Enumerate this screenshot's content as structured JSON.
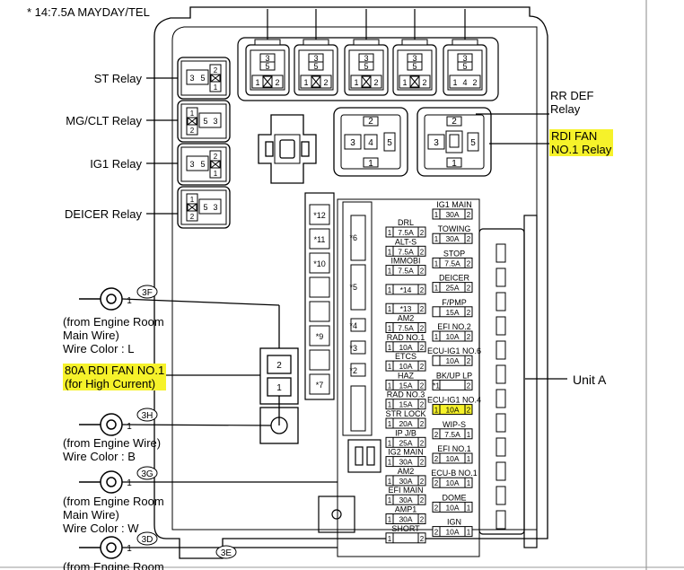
{
  "header_note": "* 14:7.5A MAYDAY/TEL",
  "highlight_color": "#f6f22a",
  "left_relays": [
    "ST Relay",
    "MG/CLT Relay",
    "IG1 Relay",
    "DEICER Relay"
  ],
  "right_labels": {
    "rr_def": [
      "RR DEF",
      "Relay"
    ],
    "rdi_fan": [
      "RDI FAN",
      "NO.1 Relay"
    ],
    "unit_a": "Unit A"
  },
  "wires": [
    {
      "tag": "3F",
      "lines": [
        "(from Engine Room",
        "Main Wire)",
        "Wire Color : L"
      ]
    },
    {
      "tag": "3H",
      "lines": [
        "(from Engine Wire)",
        "Wire Color : B"
      ]
    },
    {
      "tag": "3G",
      "lines": [
        "(from Engine Room",
        "Main Wire)",
        "Wire Color : W"
      ]
    },
    {
      "tag": "3D",
      "lines": [
        "(from Engine Room"
      ]
    }
  ],
  "tag_3e": "3E",
  "big_fuse": {
    "lines": [
      "80A RDI FAN NO.1",
      "(for High Current)"
    ],
    "pins": [
      "2",
      "1"
    ]
  },
  "wire_pin": "1",
  "small_relay_pins": {
    "top": [
      "3",
      "5"
    ],
    "bottom_a": [
      "1",
      "2"
    ],
    "bottom_b": [
      "1",
      "4",
      "2"
    ]
  },
  "big_relay_pins": [
    "2",
    "3",
    "4",
    "5",
    "1"
  ],
  "left_relay_pins": {
    "row": [
      "3",
      "5"
    ],
    "stack": [
      "2",
      "1"
    ]
  },
  "mid_column": [
    "*12",
    "*11",
    "*10",
    "*9",
    "*7"
  ],
  "inner_column": [
    "*6",
    "*5",
    "*4",
    "*3",
    "*2"
  ],
  "fuse_col1": [
    {
      "name": "DRL",
      "f": [
        "1",
        "7.5A",
        "2"
      ]
    },
    {
      "name": "ALT-S",
      "f": [
        "1",
        "7.5A",
        "2"
      ]
    },
    {
      "name": "IMMOBI",
      "f": [
        "1",
        "7.5A",
        "2"
      ]
    },
    {
      "name": "",
      "f": [
        "1",
        "*14",
        "2"
      ]
    },
    {
      "name": "",
      "f": [
        "1",
        "*13",
        "2"
      ]
    },
    {
      "name": "AM2",
      "f": [
        "1",
        "7.5A",
        "2"
      ]
    },
    {
      "name": "RAD NO.1",
      "f": [
        "1",
        "10A",
        "2"
      ]
    },
    {
      "name": "ETCS",
      "f": [
        "1",
        "10A",
        "2"
      ]
    },
    {
      "name": "HAZ",
      "f": [
        "1",
        "15A",
        "2"
      ]
    },
    {
      "name": "RAD NO.3",
      "f": [
        "1",
        "15A",
        "2"
      ]
    },
    {
      "name": "STR LOCK",
      "f": [
        "1",
        "20A",
        "2"
      ]
    },
    {
      "name": "IP J/B",
      "f": [
        "1",
        "25A",
        "2"
      ]
    },
    {
      "name": "IG2 MAIN",
      "f": [
        "1",
        "30A",
        "2"
      ]
    },
    {
      "name": "AM2",
      "f": [
        "1",
        "30A",
        "2"
      ]
    },
    {
      "name": "EFI MAIN",
      "f": [
        "1",
        "30A",
        "2"
      ]
    },
    {
      "name": "AMP1",
      "f": [
        "1",
        "30A",
        "2"
      ]
    },
    {
      "name": "SHORT",
      "f": [
        "1",
        "",
        "2"
      ]
    }
  ],
  "fuse_col2": [
    {
      "name": "IG1 MAIN",
      "f": [
        "1",
        "30A",
        "2"
      ]
    },
    {
      "name": "TOWING",
      "f": [
        "1",
        "30A",
        "2"
      ]
    },
    {
      "name": "STOP",
      "f": [
        "1",
        "7.5A",
        "2"
      ]
    },
    {
      "name": "DEICER",
      "f": [
        "1",
        "25A",
        "2"
      ]
    },
    {
      "name": "F/PMP",
      "f": [
        "",
        "15A",
        "2"
      ]
    },
    {
      "name": "EFI NO.2",
      "f": [
        "1",
        "10A",
        "2"
      ]
    },
    {
      "name": "ECU-IG1 NO.6",
      "f": [
        "",
        "10A",
        "2"
      ]
    },
    {
      "name": "BK/UP LP",
      "f": [
        "*1",
        "",
        "2"
      ]
    },
    {
      "name": "ECU-IG1 NO.4",
      "f": [
        "1",
        "10A",
        "2"
      ]
    },
    {
      "name": "WIP-S",
      "f": [
        "2",
        "7.5A",
        "1"
      ]
    },
    {
      "name": "EFI NO.1",
      "f": [
        "2",
        "10A",
        "1"
      ]
    },
    {
      "name": "ECU-B NO.1",
      "f": [
        "2",
        "10A",
        "1"
      ]
    },
    {
      "name": "DOME",
      "f": [
        "2",
        "10A",
        "1"
      ]
    },
    {
      "name": "IGN",
      "f": [
        "2",
        "10A",
        "1"
      ]
    }
  ]
}
